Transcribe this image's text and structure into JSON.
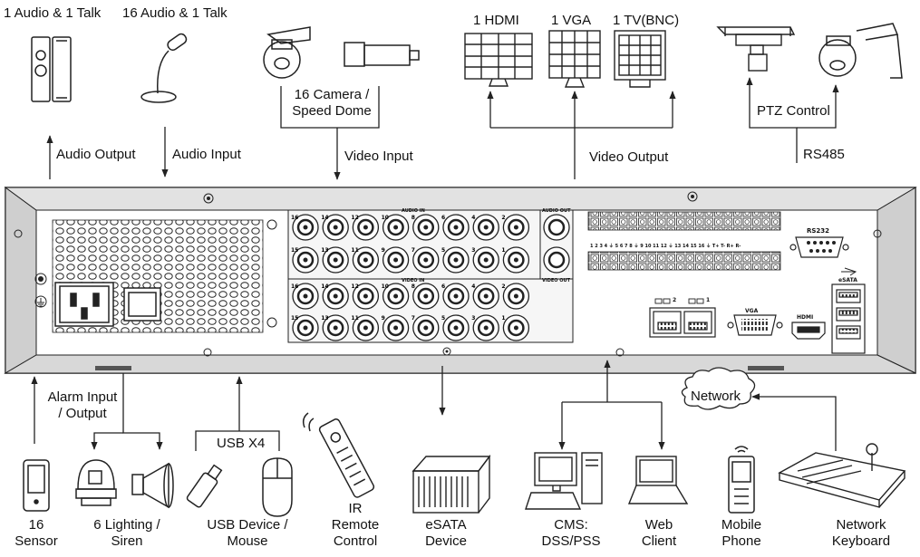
{
  "top_labels": {
    "audio_talk_1": "1 Audio  & 1 Talk",
    "audio_talk_16": "16 Audio & 1 Talk",
    "audio_output": "Audio  Output",
    "audio_input": "Audio  Input",
    "camera": "16 Camera /\nSpeed Dome",
    "video_input": "Video Input",
    "hdmi": "1 HDMI",
    "vga": "1 VGA",
    "tv_bnc": "1 TV(BNC)",
    "video_output": "Video Output",
    "ptz_control": "PTZ Control",
    "rs485": "RS485"
  },
  "panel_labels": {
    "audio_in": "AUDIO IN",
    "audio_out": "AUDIO OUT",
    "video_in": "VIDEO IN",
    "video_out": "VIDEO OUT",
    "rs232": "RS232",
    "vga_port": "VGA",
    "hdmi_port": "HDMI",
    "esata_port": "eSATA",
    "lan1": "1",
    "lan2": "2",
    "bnc_top_row": [
      "16",
      "14",
      "12",
      "10",
      "8",
      "6",
      "4",
      "2"
    ],
    "bnc_second_row": [
      "15",
      "13",
      "11",
      "9",
      "7",
      "5",
      "3",
      "1"
    ],
    "terminal_numbers": "1  2  3  4  ⏚  5  6  7  8  ⏚  9  10  11  12  ⏚  13  14  15  16  ⏚  T+  T-  R+  R-"
  },
  "bottom_labels": {
    "alarm_io": "Alarm Input\n/ Output",
    "usb_x4": "USB X4",
    "network": "Network",
    "sensor": "16\nSensor",
    "lighting": "6 Lighting /\nSiren",
    "usb_device": "USB Device /\nMouse",
    "ir_remote": "IR\nRemote\nControl",
    "esata_device": "eSATA\nDevice",
    "cms": "CMS:\nDSS/PSS",
    "web_client": "Web\nClient",
    "mobile_phone": "Mobile\nPhone",
    "network_keyboard": "Network\nKeyboard"
  },
  "icons": [
    "speaker-icon",
    "microphone-icon",
    "speed-dome-icon",
    "box-camera-icon",
    "hdmi-monitor-icon",
    "vga-monitor-icon",
    "tv-monitor-icon",
    "ptz-camera-icon",
    "ptz-dome-icon",
    "alarm-sensor-icon",
    "siren-light-icon",
    "siren-horn-icon",
    "usb-stick-icon",
    "mouse-icon",
    "remote-control-icon",
    "esata-device-icon",
    "cms-computer-icon",
    "laptop-icon",
    "mobile-phone-icon",
    "network-keyboard-icon",
    "network-cloud-icon"
  ]
}
